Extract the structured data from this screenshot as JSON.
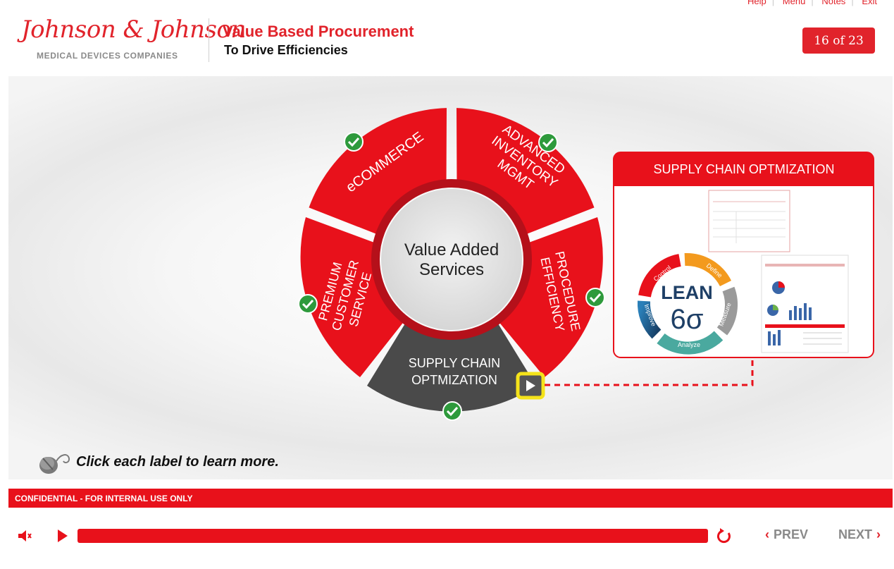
{
  "top_nav": [
    "Help",
    "Menu",
    "Notes",
    "Exit"
  ],
  "header": {
    "logo": "Johnson & Johnson",
    "logo_sub": "MEDICAL DEVICES COMPANIES",
    "title": "Value Based Procurement",
    "subtitle": "To Drive Efficiencies",
    "page_counter": "16 of 23"
  },
  "wheel": {
    "center": [
      "Value Added",
      "Services"
    ],
    "segments": {
      "ecommerce": [
        "eCOMMERCE"
      ],
      "inventory": [
        "ADVANCED",
        "INVENTORY",
        "MGMT"
      ],
      "procedure": [
        "PROCEDURE",
        "EFFICIENCY"
      ],
      "supply": [
        "SUPPLY CHAIN",
        "OPTMIZATION"
      ],
      "premium": [
        "PREMIUM",
        "CUSTOMER",
        "SERVICE"
      ]
    },
    "colors": {
      "segment": "#e8111b",
      "active": "#4a4a4a",
      "ring": "#b5101a",
      "check": "#2e9a3c"
    }
  },
  "panel": {
    "title": "SUPPLY CHAIN OPTMIZATION",
    "lean": {
      "word": "LEAN",
      "sigma": "6σ",
      "cycle": [
        "Control",
        "Define",
        "Measure",
        "Analyze",
        "Improve"
      ]
    }
  },
  "hint": "Click each label to learn more.",
  "footer": {
    "confidential": "CONFIDENTIAL - FOR INTERNAL USE ONLY",
    "prev": "PREV",
    "next": "NEXT",
    "progress": 1.0
  },
  "icons": [
    "volume-icon",
    "play-icon",
    "replay-icon",
    "mouse-icon",
    "checkmark-icon"
  ]
}
